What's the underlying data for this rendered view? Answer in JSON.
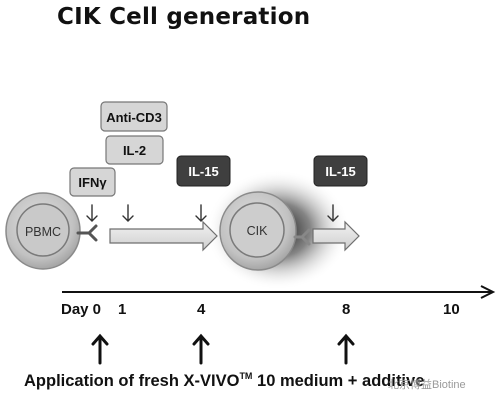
{
  "title": "CIK Cell generation",
  "factors": {
    "anti_cd3": "Anti-CD3",
    "il2": "IL-2",
    "ifng": "IFNγ",
    "il15_day4": "IL-15",
    "il15_day8": "IL-15"
  },
  "cells": {
    "pbmc": "PBMC",
    "cik": "CIK"
  },
  "timeline": {
    "days": [
      "Day 0",
      "1",
      "4",
      "8",
      "10"
    ]
  },
  "caption": {
    "pre": "Application of fresh X-VIVO",
    "tm": "TM",
    "post": " 10 medium + additive"
  },
  "watermark": "北京博益Biotine",
  "colors": {
    "factor_light_fill": "#d6d6d6",
    "factor_dark_fill": "#3f3f3f",
    "cell_fill": "#b8b8b8",
    "arrow_fill": "#e4e4e4"
  }
}
